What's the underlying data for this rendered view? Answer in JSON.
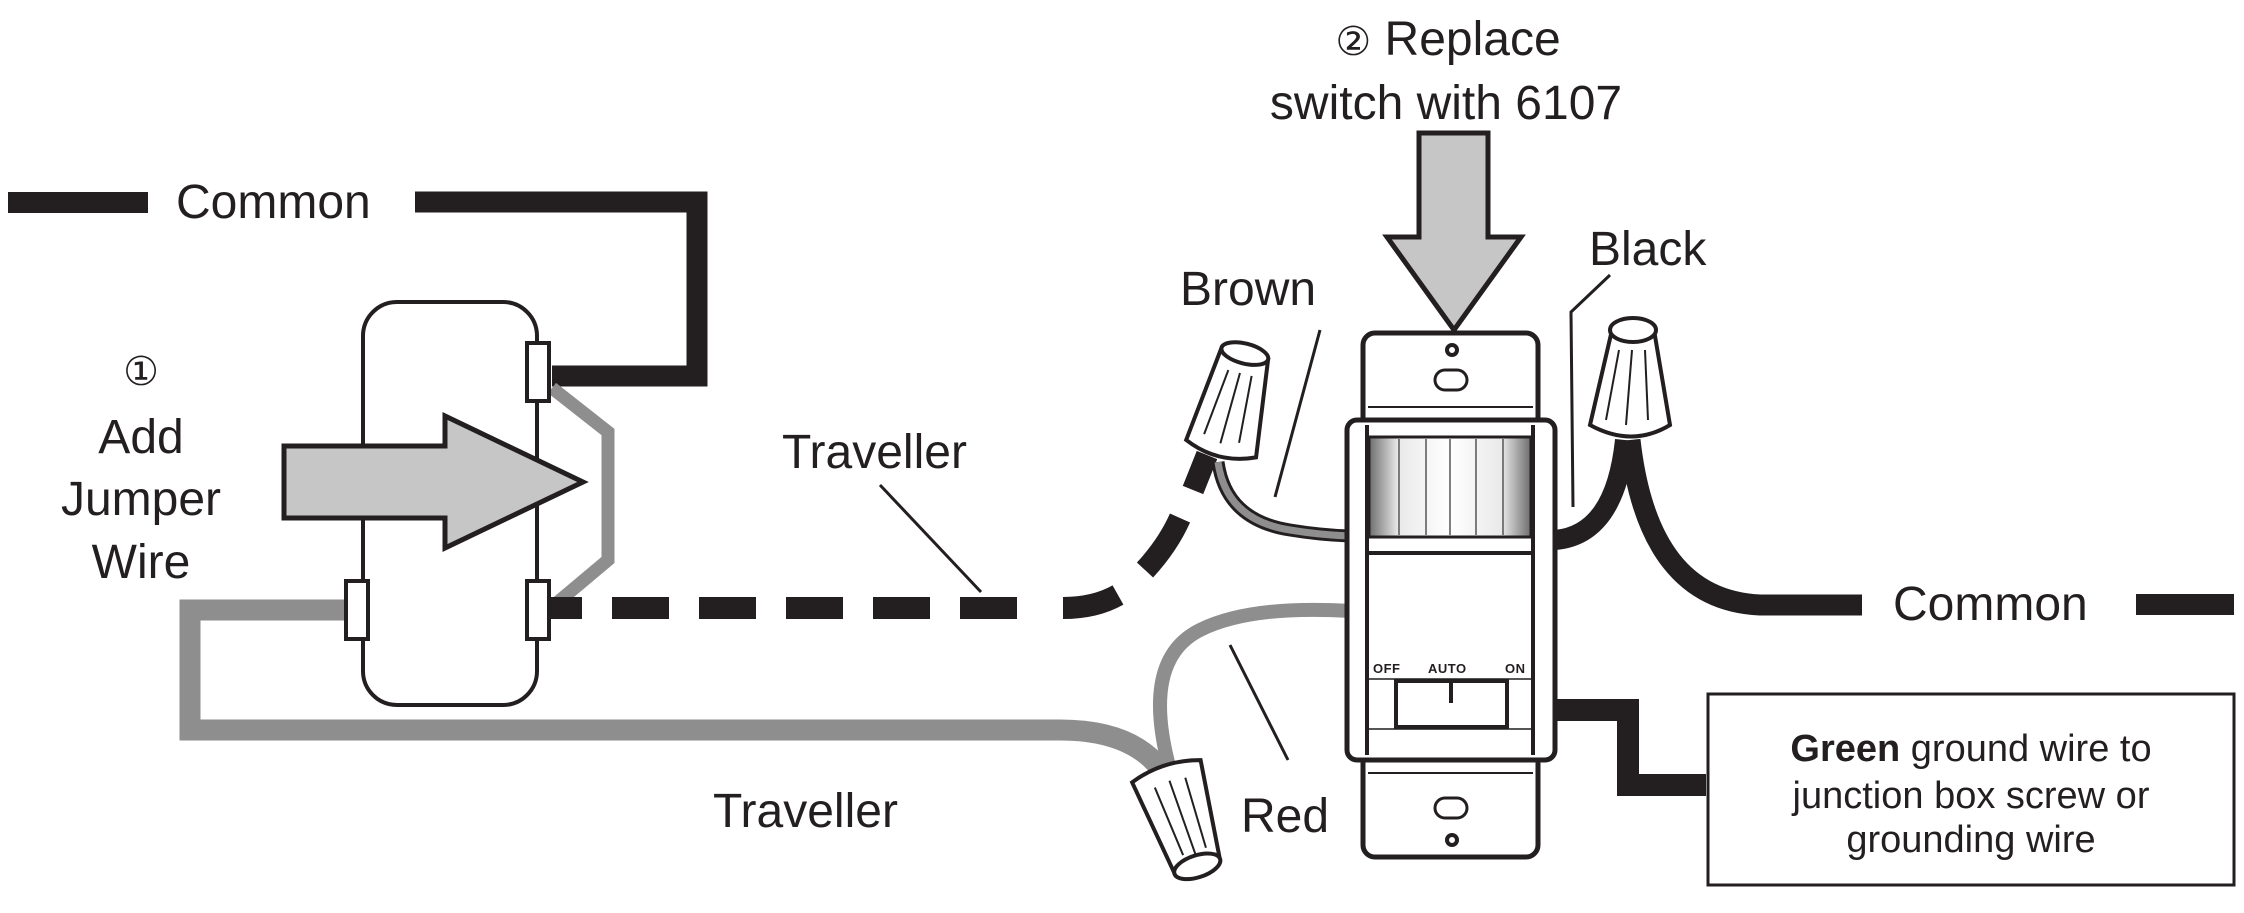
{
  "diagram": {
    "type": "wiring-diagram",
    "colors": {
      "black_wire": "#231f20",
      "gray_wire": "#8f8e8f",
      "arrow_fill": "#c6c6c6",
      "outline": "#231f20",
      "background": "#ffffff"
    },
    "steps": [
      {
        "number": "①",
        "lines": [
          "Add",
          "Jumper",
          "Wire"
        ]
      },
      {
        "number": "②",
        "line1": "Replace",
        "line2": "switch with 6107"
      }
    ],
    "wire_labels": {
      "common_left": "Common",
      "common_right": "Common",
      "traveller_top": "Traveller",
      "traveller_bottom": "Traveller",
      "brown": "Brown",
      "black": "Black",
      "red": "Red"
    },
    "device": {
      "model": "6107",
      "switch_positions": [
        "OFF",
        "AUTO",
        "ON"
      ],
      "selected_position": "AUTO"
    },
    "ground_note": {
      "bold": "Green",
      "line1_rest": " ground wire to",
      "line2": "junction box screw or",
      "line3": "grounding wire"
    }
  }
}
